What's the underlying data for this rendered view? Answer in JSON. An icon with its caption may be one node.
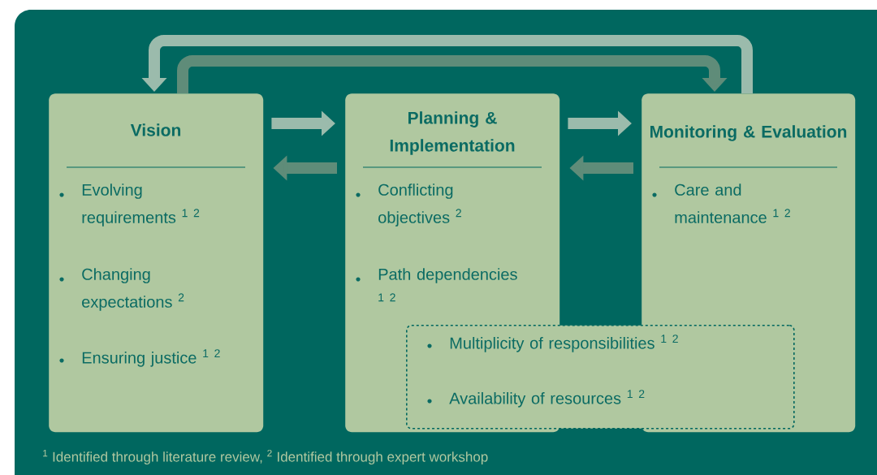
{
  "diagram": {
    "nodes": [
      {
        "text": [
          "Vision",
          "Evolving requirements $^{1 2}$",
          "Changing expectations $^{2}$",
          "Ensuring justice $^{1 2}$"
        ]
      },
      {
        "text": [
          "Planning & Implementation",
          "Conflicting objectives $^{2}$",
          "Path dependencies $^{1 2}$"
        ]
      },
      {
        "text": [
          "Monitoring & Evaluation",
          "Care and maintenance $^{1 2}$"
        ]
      },
      {
        "text": [
          "Multiplicity of responsibilities $^{1 2}$",
          "Availability of resources $^{1 2}$"
        ]
      }
    ],
    "edges": [
      {
        "from": 0,
        "to": 1,
        "arrow": "to",
        "color": "#9bbbac"
      },
      {
        "from": 1,
        "to": 0,
        "arrow": "to",
        "color": "#5f8c79"
      },
      {
        "from": 1,
        "to": 2,
        "arrow": "to",
        "color": "#9bbbac"
      },
      {
        "from": 2,
        "to": 1,
        "arrow": "to",
        "color": "#5f8c79"
      },
      {
        "from": 2,
        "to": 0,
        "arrow": "to",
        "color": "#9bbbac"
      },
      {
        "from": 0,
        "to": 2,
        "arrow": "to",
        "color": "#5f8c79"
      }
    ],
    "labels": [
      "$^{1}$ Identified through literature review, $^{2}$ Identified through expert workshop"
    ]
  }
}
